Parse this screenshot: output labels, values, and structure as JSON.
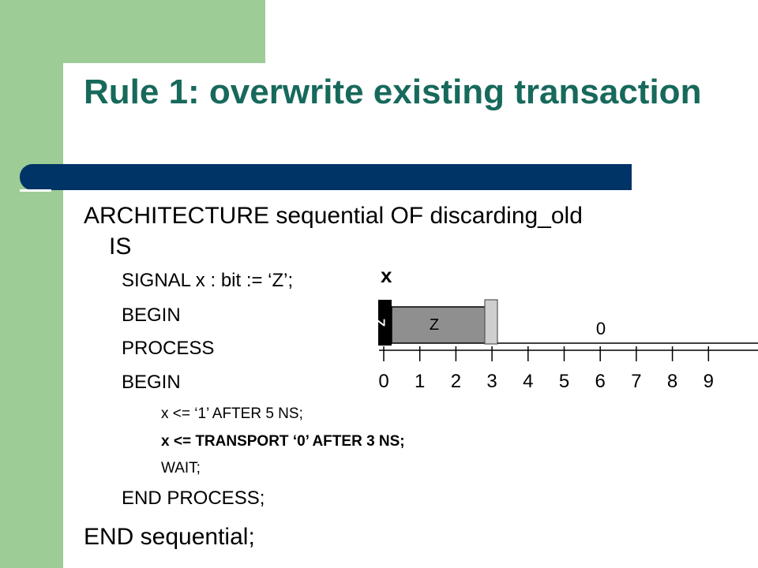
{
  "slide": {
    "title": "Rule 1: overwrite existing transaction",
    "code": {
      "line1": "ARCHITECTURE sequential  OF discarding_old",
      "line1_cont": "IS",
      "signal": "SIGNAL x : bit := ‘Z’;",
      "begin1": "BEGIN",
      "process": "PROCESS",
      "begin2": "BEGIN",
      "assign1": "x <= ‘1’ AFTER 5 NS;",
      "assign2": "x <= TRANSPORT ‘0’ AFTER 3 NS;",
      "wait": "WAIT;",
      "end_process": "END PROCESS;",
      "end_arch": "END sequential;"
    }
  },
  "diagram": {
    "signal_label": "x",
    "initial_marker": "Z",
    "box_value": "Z",
    "line_value": "0",
    "ticks": [
      "0",
      "1",
      "2",
      "3",
      "4",
      "5",
      "6",
      "7",
      "8",
      "9"
    ],
    "colors": {
      "box": "#8f8f8f",
      "marker": "#000000",
      "end_cap": "#cfcfcf"
    }
  }
}
